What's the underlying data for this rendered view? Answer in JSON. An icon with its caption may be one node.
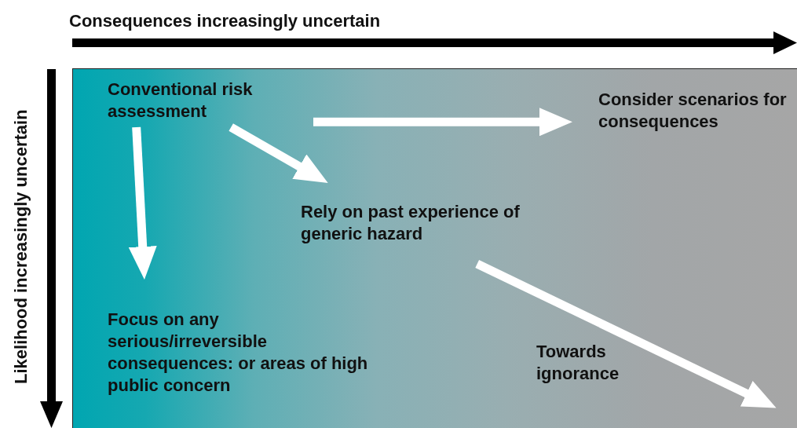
{
  "diagram": {
    "nodes": [
      {
        "text": [
          "Conventional risk assessment"
        ]
      },
      {
        "text": [
          "Consider scenarios for consequences"
        ]
      },
      {
        "text": [
          "Rely on past experience of generic hazard"
        ]
      },
      {
        "text": [
          "Focus on any serious/irreversible consequences: or areas of high public concern"
        ]
      }
    ],
    "edges": [
      {
        "from": 0,
        "to": 1,
        "arrow": "to"
      },
      {
        "from": 0,
        "to": 2,
        "arrow": "to"
      },
      {
        "from": 0,
        "to": 3,
        "arrow": "to"
      },
      {
        "from": 2,
        "to": null,
        "arrow": "to",
        "label": "Towards ignorance"
      }
    ],
    "labels": [
      "Consequences increasingly uncertain",
      "Likelihood increasingly uncertain"
    ]
  }
}
